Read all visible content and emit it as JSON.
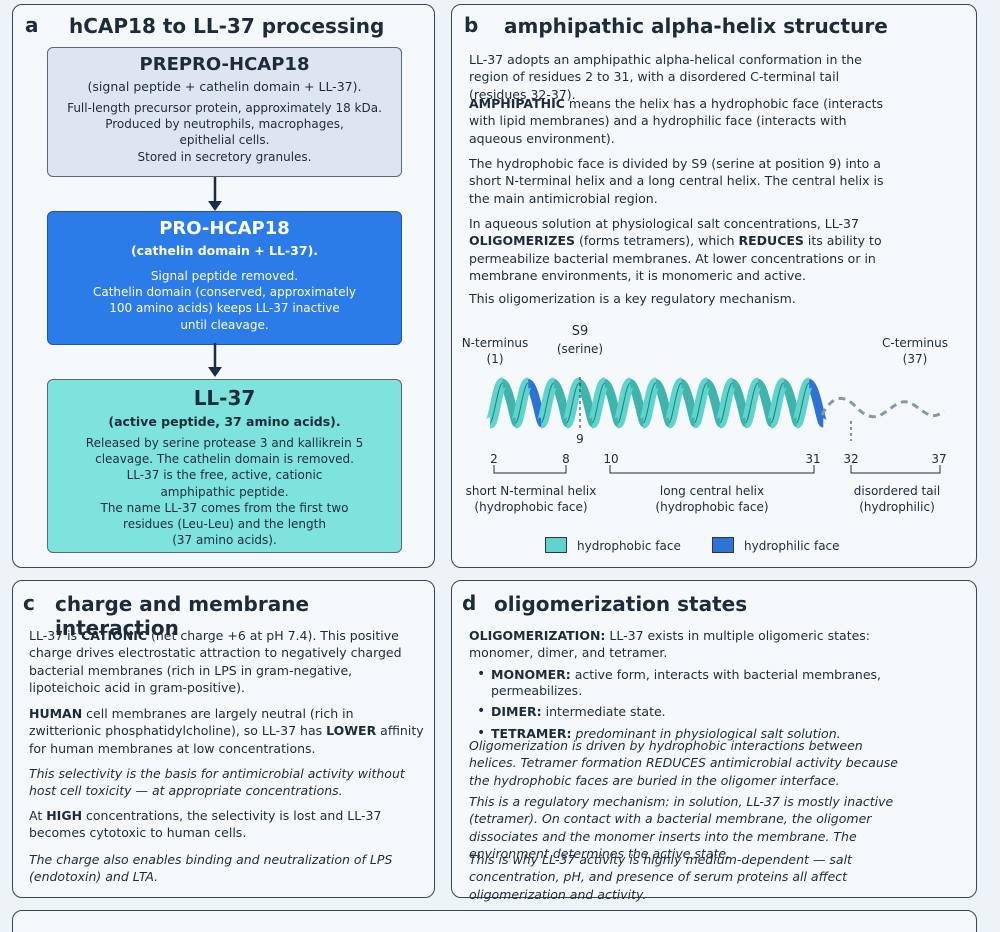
{
  "panel_a": {
    "letter": "a",
    "title": "hCAP18 to LL-37 processing",
    "box1": {
      "title": "PREPRO-HCAP18",
      "subtitle": "(signal peptide + cathelin domain + LL-37).",
      "lines": [
        "Full-length precursor protein, approximately 18 kDa.",
        "Produced by neutrophils, macrophages,",
        "epithelial cells.",
        "Stored in secretory granules."
      ]
    },
    "box2": {
      "title": "PRO-HCAP18",
      "subtitle": "(cathelin domain + LL-37).",
      "lines": [
        "Signal peptide removed.",
        "Cathelin domain (conserved, approximately",
        "100 amino acids) keeps LL-37 inactive",
        "until cleavage."
      ]
    },
    "box3": {
      "title": "LL-37",
      "subtitle": "(active peptide, 37 amino acids).",
      "lines": [
        "Released by serine protease 3 and kallikrein 5",
        "cleavage. The cathelin domain is removed.",
        "LL-37 is the free, active, cationic",
        "amphipathic peptide.",
        "The name LL-37 comes from the first two",
        "residues (Leu-Leu) and the length",
        "(37 amino acids)."
      ]
    },
    "colors": {
      "box1": "#dde6f0",
      "box2": "#2b7be9",
      "box3": "#7ee3dc"
    }
  },
  "panel_b": {
    "letter": "b",
    "title": "amphipathic alpha-helix structure",
    "p1": "LL-37 adopts an amphipathic alpha-helical conformation in the region of residues 2 to 31, with a disordered C-terminal tail (residues 32-37).",
    "p2_bold": "AMPHIPATHIC",
    "p2_rest": " means the helix has a hydrophobic face (interacts with lipid membranes) and a hydrophilic face (interacts with aqueous environment).",
    "p3": "The hydrophobic face is divided by S9 (serine at position 9) into a short N-terminal helix and a long central helix. The central helix is the main antimicrobial region.",
    "p4_a": "In aqueous solution at physiological salt concentrations, LL-37 ",
    "p4_b1": "OLIGOMERIZES",
    "p4_c": " (forms tetramers), which ",
    "p4_b2": "REDUCES",
    "p4_d": " its ability to permeabilize bacterial membranes. At lower concentrations or in membrane environments, it is monomeric and active.",
    "p5": "This oligomerization is a key regulatory mechanism.",
    "diagram": {
      "n_term": "N-terminus",
      "n_term_num": "(1)",
      "c_term": "C-terminus",
      "c_term_num": "(37)",
      "s9": "S9",
      "s9_sub": "(serine)",
      "s9_num": "9",
      "tick_2": "2",
      "tick_8": "8",
      "tick_10": "10",
      "tick_31": "31",
      "tick_32": "32",
      "tick_37": "37",
      "seg1": "short N-terminal helix",
      "seg1_sub": "(hydrophobic face)",
      "seg2": "long central helix",
      "seg2_sub": "(hydrophobic face)",
      "seg3": "disordered tail",
      "seg3_sub": "(hydrophilic)",
      "legend_hydrophobic": "hydrophobic face",
      "legend_hydrophilic": "hydrophilic face",
      "color_hydrophobic": "#5fd4cc",
      "color_hydrophilic": "#2d73d6"
    }
  },
  "panel_c": {
    "letter": "c",
    "title": "charge and membrane interaction",
    "p1_a": "LL-37 is ",
    "p1_b": "CATIONIC",
    "p1_c": " (net charge +6 at pH 7.4). This positive charge drives electrostatic attraction to negatively charged bacterial membranes (rich in LPS in gram-negative, lipoteichoic acid in gram-positive).",
    "p2_b": "HUMAN",
    "p2_a": " cell membranes are largely neutral (rich in zwitterionic phosphatidylcholine), so LL-37 has ",
    "p2_b2": "LOWER",
    "p2_c": " affinity for human membranes at low concentrations.",
    "p3": "This selectivity is the basis for antimicrobial activity without host cell toxicity — at appropriate concentrations.",
    "p4_a": "At ",
    "p4_b": "HIGH",
    "p4_c": " concentrations, the selectivity is lost and LL-37 becomes cytotoxic to human cells.",
    "p5": "The charge also enables binding and neutralization of LPS (endotoxin) and LTA."
  },
  "panel_d": {
    "letter": "d",
    "title": "oligomerization states",
    "intro_b": "OLIGOMERIZATION:",
    "intro": " LL-37 exists in multiple oligomeric states: monomer, dimer, and tetramer.",
    "bullets": [
      {
        "term": "MONOMER:",
        "text": " active form, interacts with bacterial membranes, permeabilizes."
      },
      {
        "term": "DIMER:",
        "text": " intermediate state."
      },
      {
        "term": "TETRAMER:",
        "text": " predominant in physiological salt solution."
      }
    ],
    "p2": "Oligomerization is driven by hydrophobic interactions between helices. Tetramer formation REDUCES antimicrobial activity because the hydrophobic faces are buried in the oligomer interface.",
    "p3": "This is a regulatory mechanism: in solution, LL-37 is mostly inactive (tetramer). On contact with a bacterial membrane, the oligomer dissociates and the monomer inserts into the membrane. The environment determines the active state.",
    "p4": "This is why LL-37 activity is highly medium-dependent — salt concentration, pH, and presence of serum proteins all affect oligomerization and activity."
  }
}
